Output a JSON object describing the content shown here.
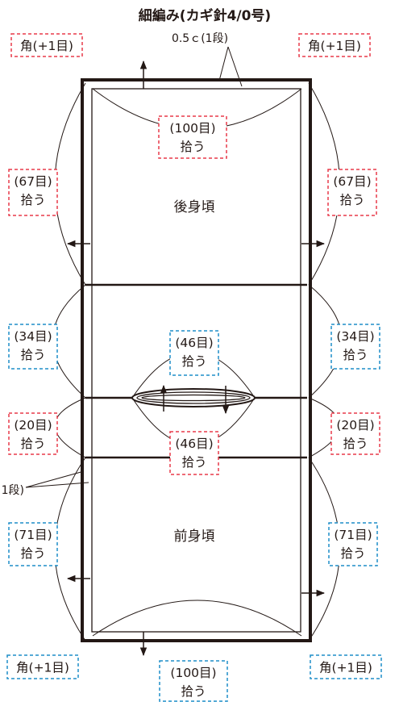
{
  "colors": {
    "red": "#e83a4a",
    "blue": "#1e8ec8",
    "line": "#231815"
  },
  "title": "細編み(カギ針4/0号)",
  "subtitle": "0.5ｃ(1段)",
  "side_label": "1段)",
  "panels": {
    "back": "後身頃",
    "front": "前身頃"
  },
  "counts": {
    "corner": "角(+1目)",
    "back_top": "(100目)",
    "back_side": "(67目)",
    "upper_mid_side": "(34目)",
    "neck_center": "(46目)",
    "lower_mid_side": "(20目)",
    "front_side": "(71目)",
    "front_bottom": "(100目)",
    "pick": "拾う"
  }
}
